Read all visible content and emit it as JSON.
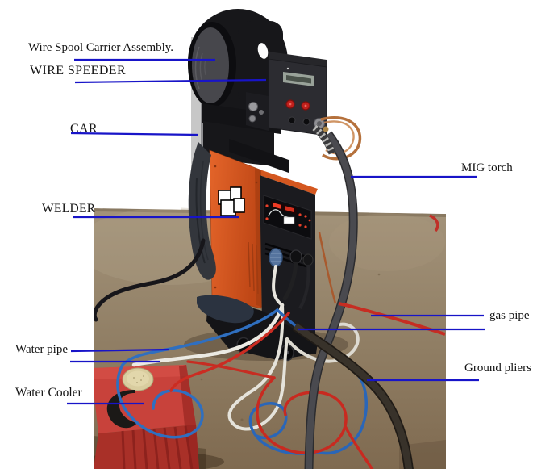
{
  "figure": {
    "kind": "annotated-photo-of-mig-welding-setup",
    "annotation_line_color": "#1814c8",
    "labels": {
      "wire_spool": "Wire Spool Carrier Assembly.",
      "wire_speeder": "WIRE SPEEDER",
      "car": "CAR",
      "welder": "WELDER",
      "mig_torch": "MIG torch",
      "gas_pipe": "gas pipe",
      "water_pipe": "Water pipe",
      "ground_pliers": "Ground pliers",
      "water_cooler": "Water Cooler"
    },
    "photo": {
      "components": [
        "wire-spool-carrier-assembly",
        "wire-feeder-unit",
        "cart-column",
        "welder-machine",
        "mig-torch-cable",
        "gas-hose",
        "water-hoses",
        "ground-cable",
        "water-cooler-box",
        "work-table"
      ],
      "colors": {
        "table": "#93826a",
        "welder_orange": "#d4571f",
        "cooler_red": "#c0392e",
        "hose_blue": "#2f6fc0",
        "hose_red": "#cb2c22",
        "hose_white": "#eceae3",
        "machine_black": "#1b1b1f"
      }
    }
  }
}
